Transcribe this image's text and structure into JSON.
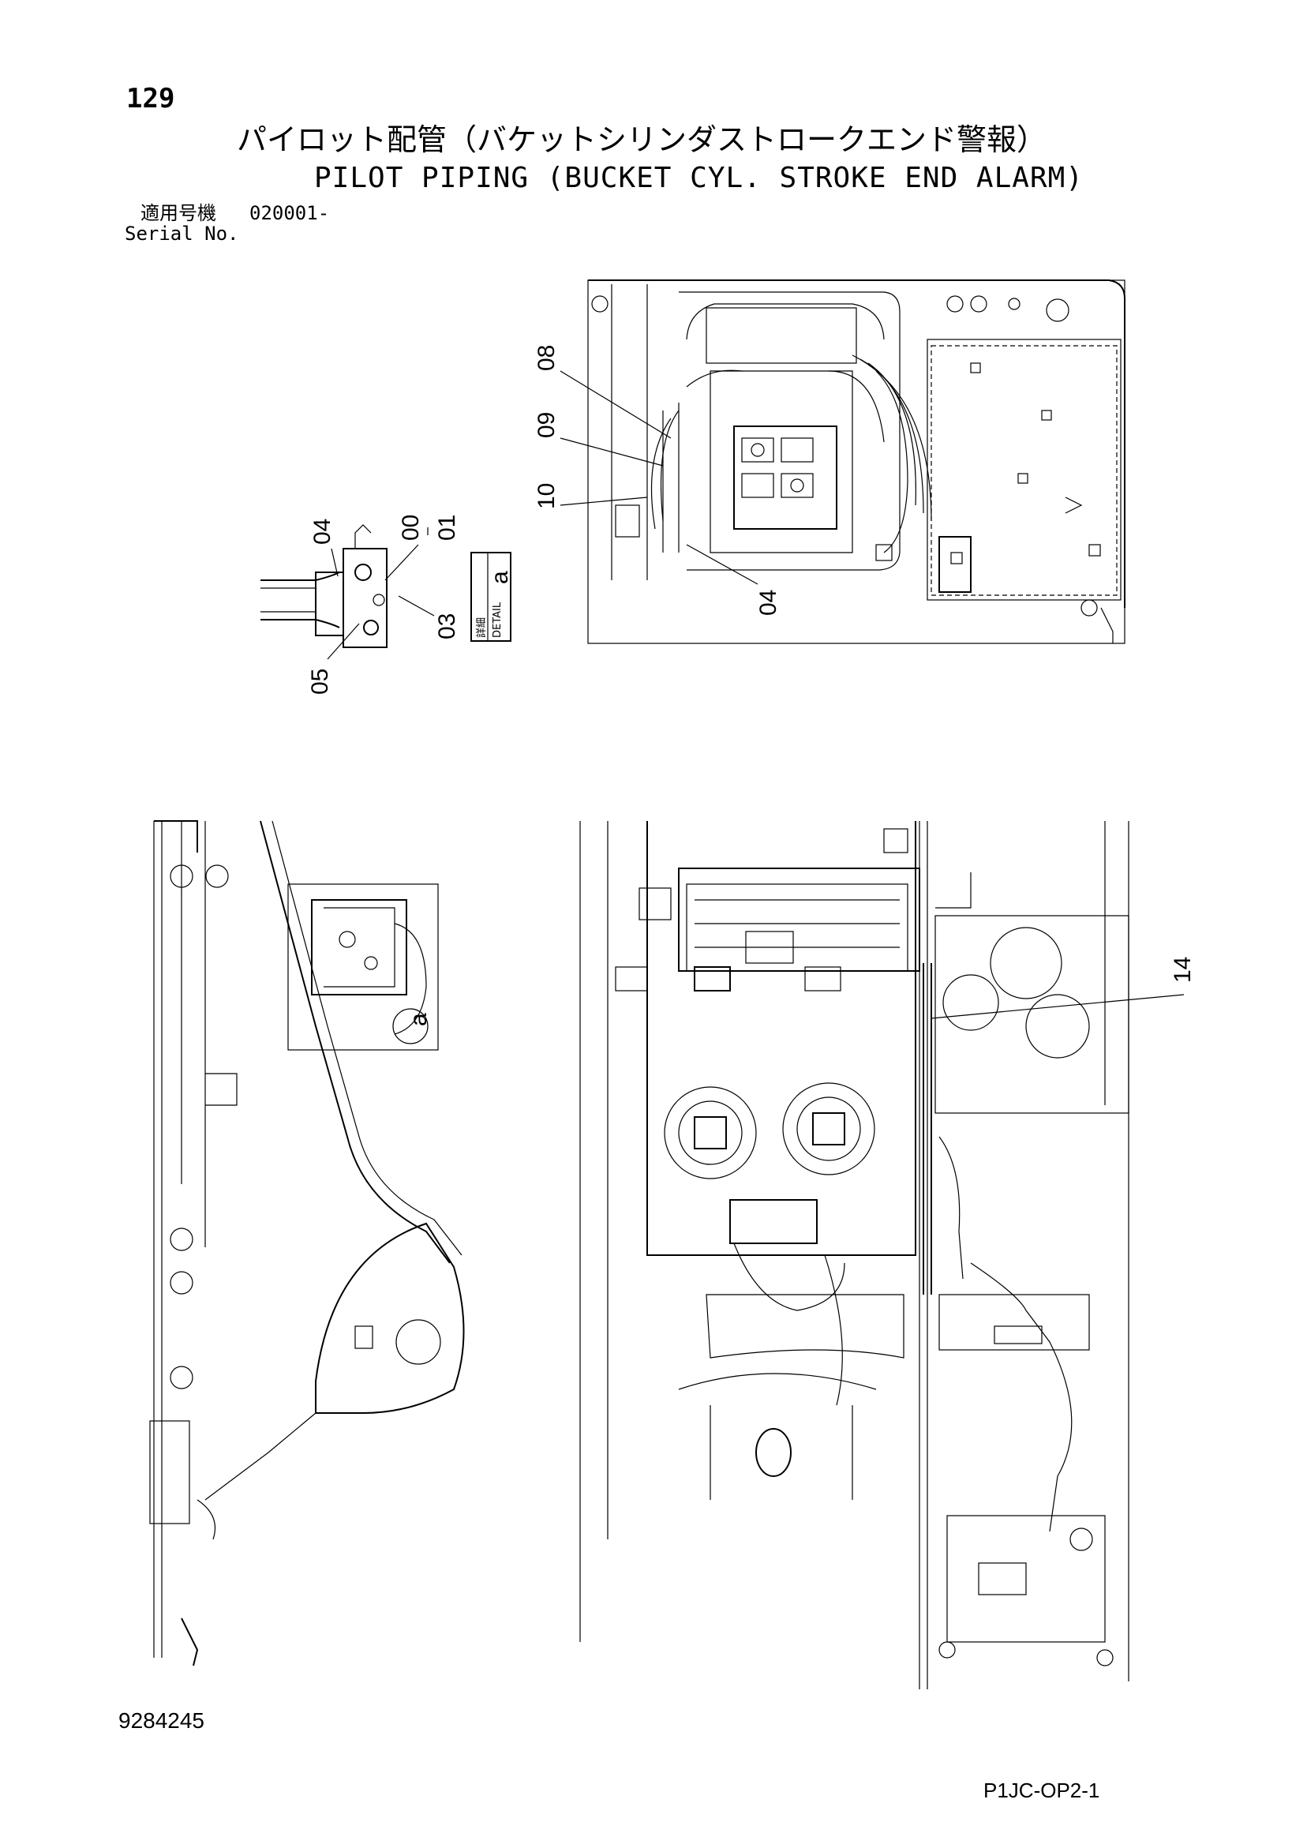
{
  "page": {
    "number": "129",
    "title_jp": "パイロット配管（バケットシリンダストロークエンド警報）",
    "title_en": "PILOT PIPING (BUCKET CYL. STROKE END ALARM)",
    "serial_label_jp": "適用号機",
    "serial_value": "020001-",
    "serial_label_en": "Serial No.",
    "doc_number": "9284245",
    "page_code": "P1JC-OP2-1"
  },
  "detail_box": {
    "kanji": "詳細",
    "word": "DETAIL",
    "letter": "a"
  },
  "callouts": {
    "top_view": [
      "08",
      "09",
      "10",
      "04"
    ],
    "detail_view": [
      "04",
      "00",
      "01",
      "03",
      "05"
    ],
    "side_view": [
      "a"
    ],
    "bottom_view": [
      "14"
    ]
  }
}
